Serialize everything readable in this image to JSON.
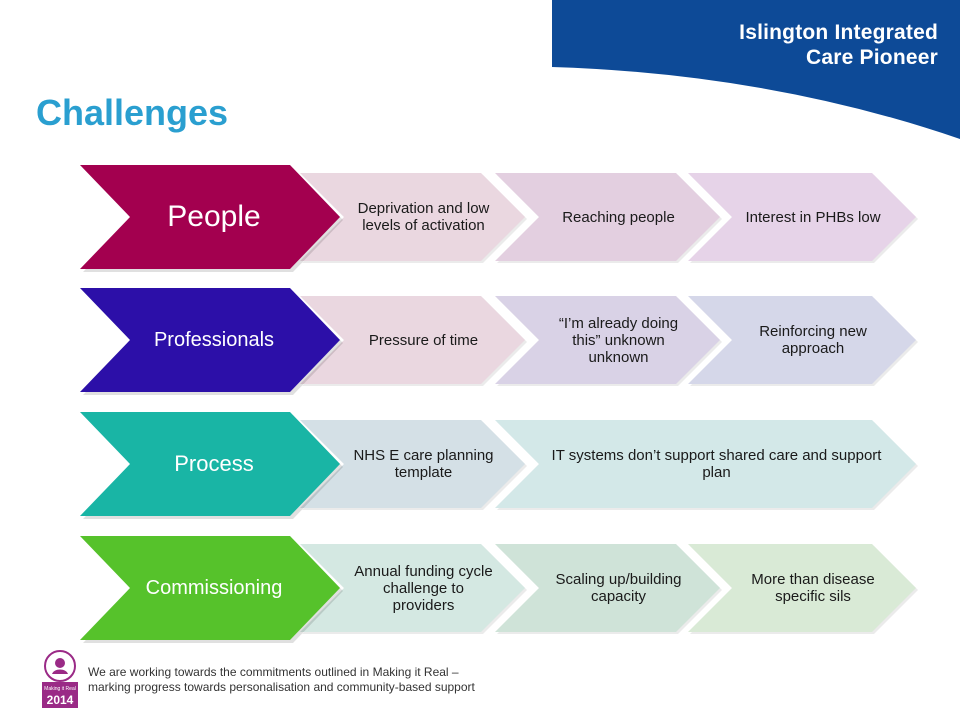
{
  "header": {
    "brand_line1": "Islington Integrated",
    "brand_line2": "Care Pioneer",
    "title": "Challenges"
  },
  "rows": [
    {
      "head": "People",
      "head_color": "#a3004f",
      "items": [
        {
          "text": "Deprivation and low levels of activation",
          "color": "#ead7e0"
        },
        {
          "text": "Reaching people",
          "color": "#e3cfe0"
        },
        {
          "text": "Interest in PHBs low",
          "color": "#e6d3e8"
        }
      ]
    },
    {
      "head": "Professionals",
      "head_color": "#2c0fa8",
      "items": [
        {
          "text": "Pressure of time",
          "color": "#ead7e0"
        },
        {
          "text": "“I’m already doing this” unknown unknown",
          "color": "#d9d2e6"
        },
        {
          "text": "Reinforcing new approach",
          "color": "#d5d7e9"
        }
      ]
    },
    {
      "head": "Process",
      "head_color": "#19b5a5",
      "items": [
        {
          "text": "NHS E care planning template",
          "color": "#d4e0e6"
        },
        {
          "text": "IT systems don’t support shared care and support plan",
          "color": "#d3e8e8"
        }
      ]
    },
    {
      "head": "Commissioning",
      "head_color": "#56c22b",
      "items": [
        {
          "text": "Annual funding cycle challenge to providers",
          "color": "#d4e8e2"
        },
        {
          "text": "Scaling up/building capacity",
          "color": "#cfe3d8"
        },
        {
          "text": "More than disease specific sils",
          "color": "#d9ead6"
        }
      ]
    }
  ],
  "footer": {
    "line1": "We are working towards the commitments outlined in Making it Real –",
    "line2": "marking progress towards personalisation and community-based support",
    "badge_label": "Making it Real",
    "badge_year": "2014"
  },
  "colors": {
    "banner": "#0d4a97",
    "title": "#2a9fd0",
    "badge": "#9a2a86"
  }
}
